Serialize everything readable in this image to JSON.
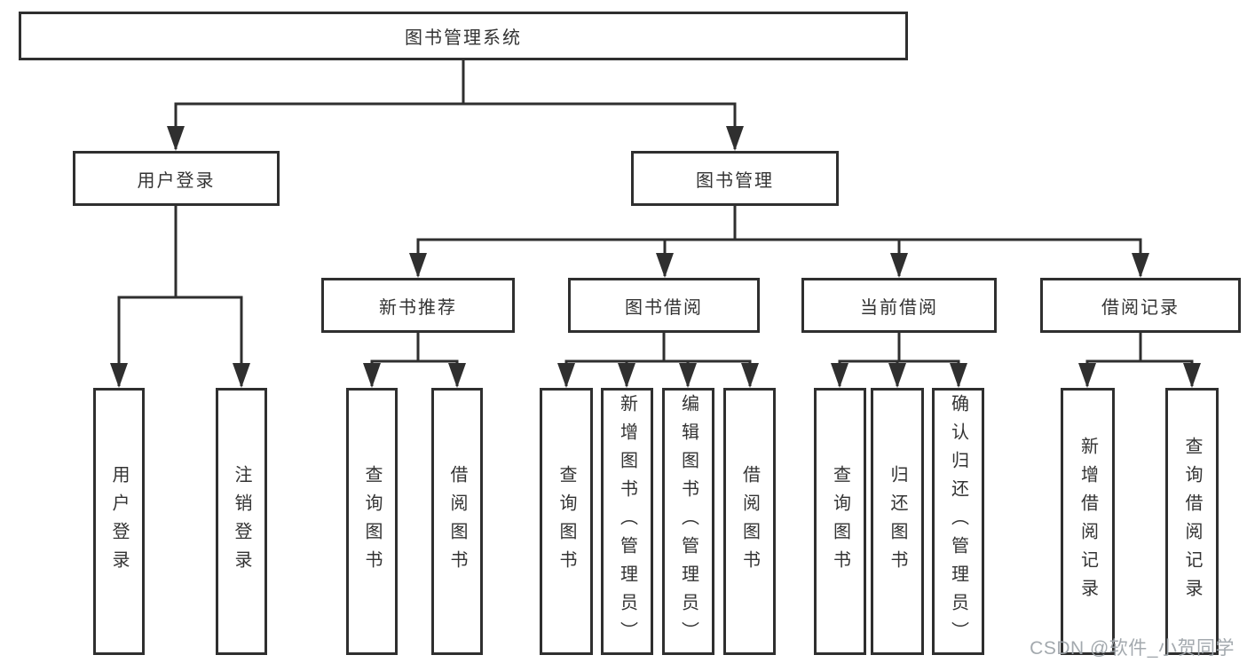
{
  "diagram": {
    "title": "图书管理系统",
    "tree": {
      "label": "图书管理系统",
      "children": [
        {
          "label": "用户登录",
          "children": [
            {
              "label": "用户登录"
            },
            {
              "label": "注销登录"
            }
          ]
        },
        {
          "label": "图书管理",
          "children": [
            {
              "label": "新书推荐",
              "children": [
                {
                  "label": "查询图书"
                },
                {
                  "label": "借阅图书"
                }
              ]
            },
            {
              "label": "图书借阅",
              "children": [
                {
                  "label": "查询图书"
                },
                {
                  "label": "新增图书（管理员）"
                },
                {
                  "label": "编辑图书（管理员）"
                },
                {
                  "label": "借阅图书"
                }
              ]
            },
            {
              "label": "当前借阅",
              "children": [
                {
                  "label": "查询图书"
                },
                {
                  "label": "归还图书"
                },
                {
                  "label": "确认归还（管理员）"
                }
              ]
            },
            {
              "label": "借阅记录",
              "children": [
                {
                  "label": "新增借阅记录"
                },
                {
                  "label": "查询借阅记录"
                }
              ]
            }
          ]
        }
      ]
    },
    "colors": {
      "line": "#2f2f2f",
      "text": "#333333",
      "background": "#ffffff",
      "watermark": "#9ea4aa"
    }
  },
  "watermark": {
    "text": "CSDN @软件_小贺同学"
  }
}
